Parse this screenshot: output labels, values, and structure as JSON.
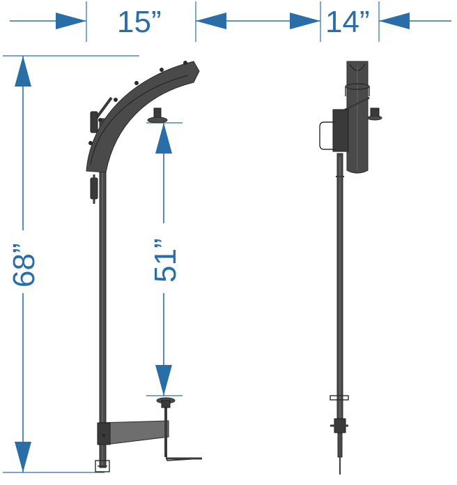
{
  "dimensions": {
    "width_side": "15”",
    "width_front": "14”",
    "height_total": "68”",
    "height_clamp": "51”"
  },
  "colors": {
    "dimension": "#2a6ea8",
    "metal": "#4a4a4a"
  }
}
